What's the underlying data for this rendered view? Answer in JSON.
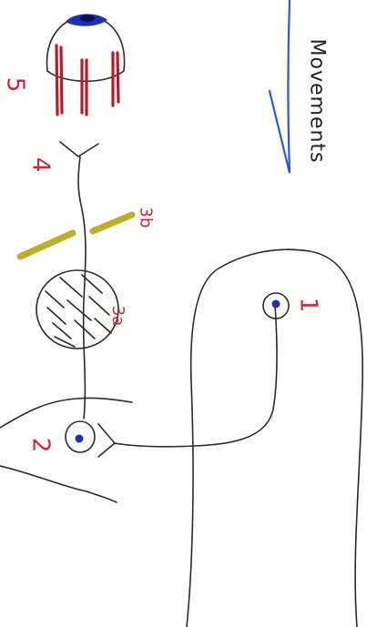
{
  "diagram": {
    "title": "Movements",
    "labels": {
      "n1": "1",
      "n2": "2",
      "n3a": "3a",
      "n3b": "3b",
      "n4": "4",
      "n5": "5"
    }
  },
  "colors": {
    "ink": "#2b2b2b",
    "label_red": "#c8283a",
    "eye_red": "#b51d2b",
    "iris_blue": "#1d2fb3",
    "title_underline": "#2a5bd7",
    "olive_bar": "#bfae2a"
  },
  "icons": {
    "eye": "eye-icon",
    "neuron_dot": "cell-dot-icon",
    "synapse": "synapse-icon"
  }
}
